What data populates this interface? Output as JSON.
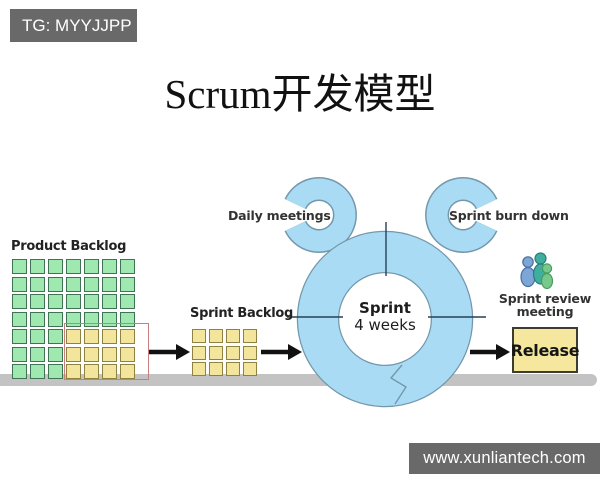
{
  "watermark": {
    "badge_text": "TG: MYYJJPP",
    "site_text": "www.xunliantech.com"
  },
  "title": "Scrum开发模型",
  "product_backlog": {
    "label": "Product Backlog",
    "grid": {
      "cols": 7,
      "rows": 7,
      "highlight_from_col": 3,
      "highlight_from_row": 4
    }
  },
  "sprint_backlog": {
    "label": "Sprint Backlog",
    "grid": {
      "cols": 4,
      "rows": 3,
      "all_highlight": true
    }
  },
  "sprint_cycle": {
    "name": "Sprint",
    "duration": "4 weeks"
  },
  "daily_meetings": {
    "label": "Daily meetings"
  },
  "sprint_burn_down": {
    "label": "Sprint burn down"
  },
  "sprint_review": {
    "label_line1": "Sprint review",
    "label_line2": "meeting"
  },
  "release": {
    "label": "Release"
  },
  "icons": {
    "sprint_review_attendees": "people-group-icon",
    "cycle_rings": "donut-cycle-icon"
  },
  "colors": {
    "badge_bg": "#696969",
    "badge_text": "#ffffff",
    "donut_fill": "#a9dbf5",
    "donut_outline": "#7498ab",
    "card_green": "#9fe8b0",
    "card_green_border": "#3f7354",
    "card_yellow": "#f3e59b",
    "card_yellow_border": "#8f8140",
    "selection_rect": "#c87f7f",
    "ground_bar": "#c3c3c3",
    "release_fill": "#f5e79e",
    "arrow": "#111111",
    "tick_line": "#24425a",
    "people_blue": "#7ba6d6",
    "people_teal": "#3fae9f",
    "people_green": "#76c98b"
  }
}
